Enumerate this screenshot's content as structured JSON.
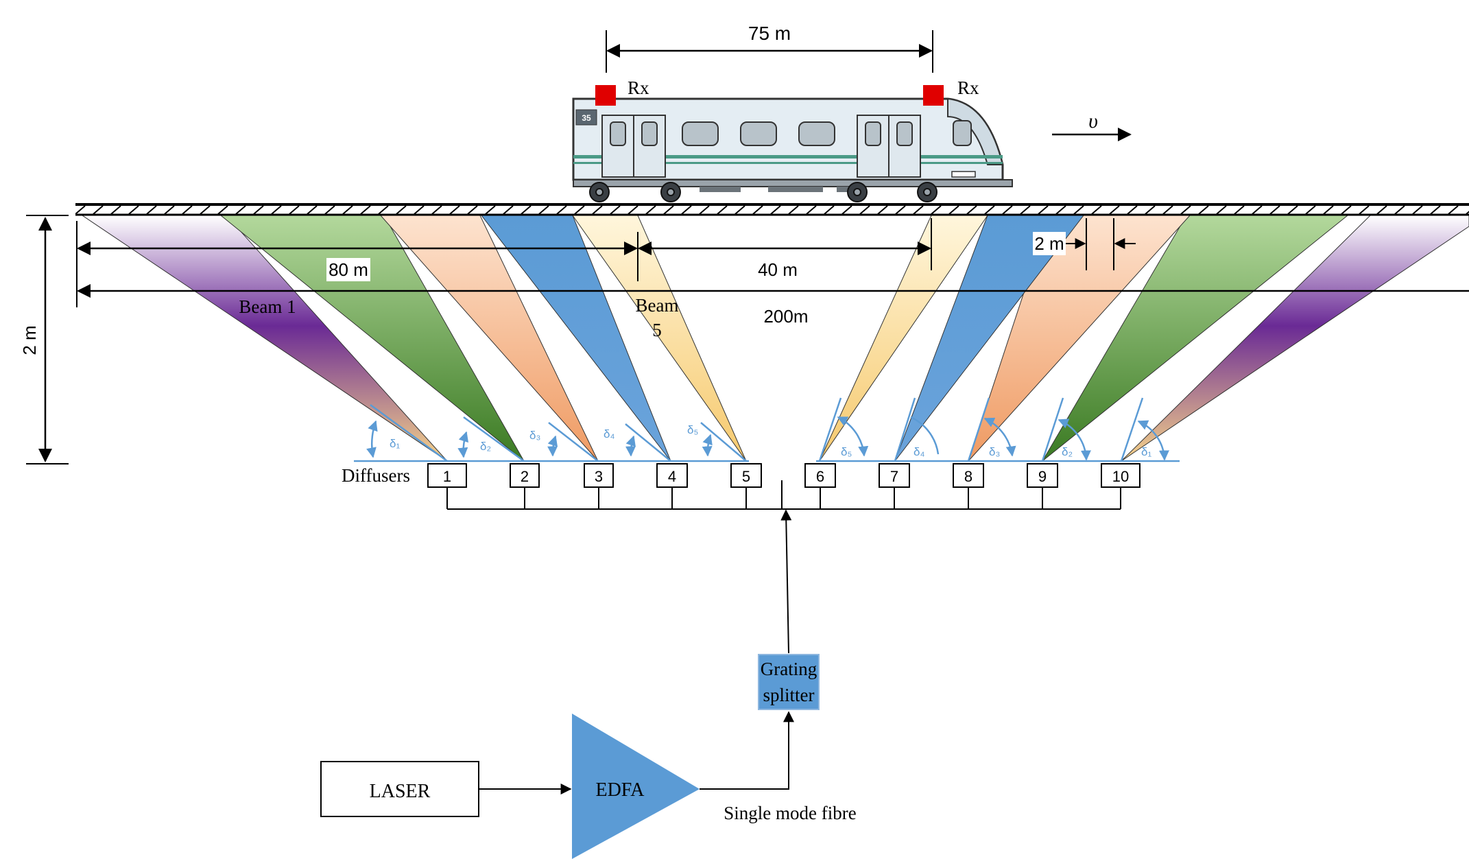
{
  "dimensions": {
    "train_rx_spacing": "75 m",
    "beam_span": "80 m",
    "split": "40 m",
    "gap": "2 m",
    "total": "200m",
    "height": "2 m"
  },
  "train": {
    "rx_left": "Rx",
    "rx_right": "Rx",
    "velocity": "υ",
    "car_number": "35"
  },
  "beams": {
    "beam1": "Beam 1",
    "beam5_line1": "Beam",
    "beam5_line2": "5"
  },
  "angles": {
    "left": [
      "δ₁",
      "δ₂",
      "δ₃",
      "δ₄",
      "δ₅"
    ],
    "right": [
      "δ₅",
      "δ₄",
      "δ₃",
      "δ₂",
      "δ₁"
    ]
  },
  "diffusers": {
    "label": "Diffusers",
    "items": [
      "1",
      "2",
      "3",
      "4",
      "5",
      "6",
      "7",
      "8",
      "9",
      "10"
    ]
  },
  "components": {
    "grating_line1": "Grating",
    "grating_line2": "splitter",
    "laser": "LASER",
    "edfa": "EDFA",
    "fibre": "Single mode fibre"
  },
  "colors": {
    "purple": "#6a2a95",
    "green": "#6aa84f",
    "orange": "#f0a878",
    "blue": "#5b9bd5",
    "yellow": "#f7d48a",
    "rx_red": "#e00000",
    "accent_blue": "#5b9bd5"
  }
}
